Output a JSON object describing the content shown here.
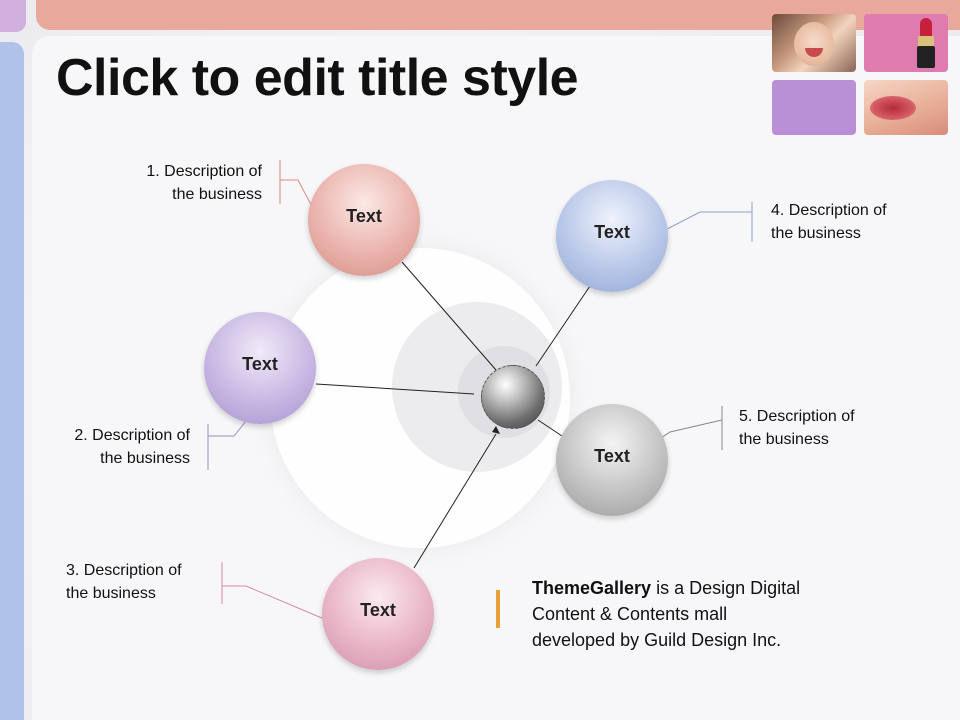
{
  "slide": {
    "title": "Click to edit title style"
  },
  "nodes": [
    {
      "label": "Text",
      "description_line1": "1. Description of",
      "description_line2": "the business"
    },
    {
      "label": "Text",
      "description_line1": "2. Description of",
      "description_line2": "the business"
    },
    {
      "label": "Text",
      "description_line1": "3. Description of",
      "description_line2": "the business"
    },
    {
      "label": "Text",
      "description_line1": "4. Description of",
      "description_line2": "the business"
    },
    {
      "label": "Text",
      "description_line1": "5. Description of",
      "description_line2": "the business"
    }
  ],
  "footer": {
    "brand": "ThemeGallery",
    "line1_rest": " is a Design Digital",
    "line2": "Content & Contents mall",
    "line3": "developed by Guild Design Inc."
  },
  "colors": {
    "top_bar": "#e8a89b",
    "left_bar": "#b0c2e8",
    "accent_purple": "#d2b0de",
    "footer_accent": "#e8a13a"
  }
}
